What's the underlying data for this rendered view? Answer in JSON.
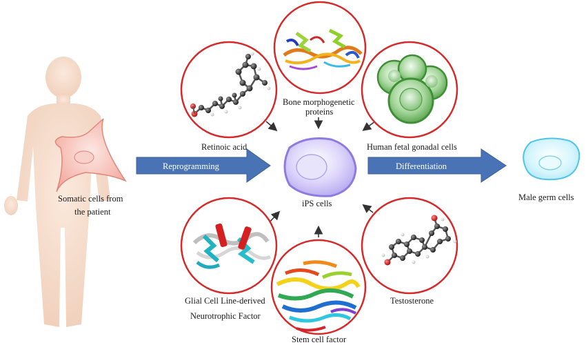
{
  "labels": {
    "somatic_line1": "Somatic cells from",
    "somatic_line2": "the patient",
    "reprogramming": "Reprogramming",
    "differentiation": "Differentiation",
    "ips": "iPS cells",
    "male_germ": "Male germ cells",
    "retinoic": "Retinoic acid",
    "bmp_line1": "Bone morphogenetic",
    "bmp_line2": "proteins",
    "fetal": "Human fetal gonadal cells",
    "gdnf_line1": "Glial Cell Line-derived",
    "gdnf_line2": "Neurotrophic Factor",
    "scf": "Stem cell factor",
    "testosterone": "Testosterone"
  },
  "colors": {
    "circle_border": "#d42a2a",
    "arrow_fill": "#4a73b5",
    "ips_cell": "#c9c2f2",
    "ips_border": "#8f7be0",
    "germ_cell": "#c8f0fb",
    "germ_border": "#4fc4e6",
    "body": "#f5dccb",
    "somatic_cell": "#f7b9b0"
  },
  "icons": {
    "retinoic": "ball-stick-molecule-icon",
    "bmp": "protein-ribbon-icon",
    "fetal": "green-cell-cluster-icon",
    "gdnf": "protein-ribbon-icon",
    "scf": "protein-helix-icon",
    "testosterone": "steroid-molecule-icon"
  }
}
